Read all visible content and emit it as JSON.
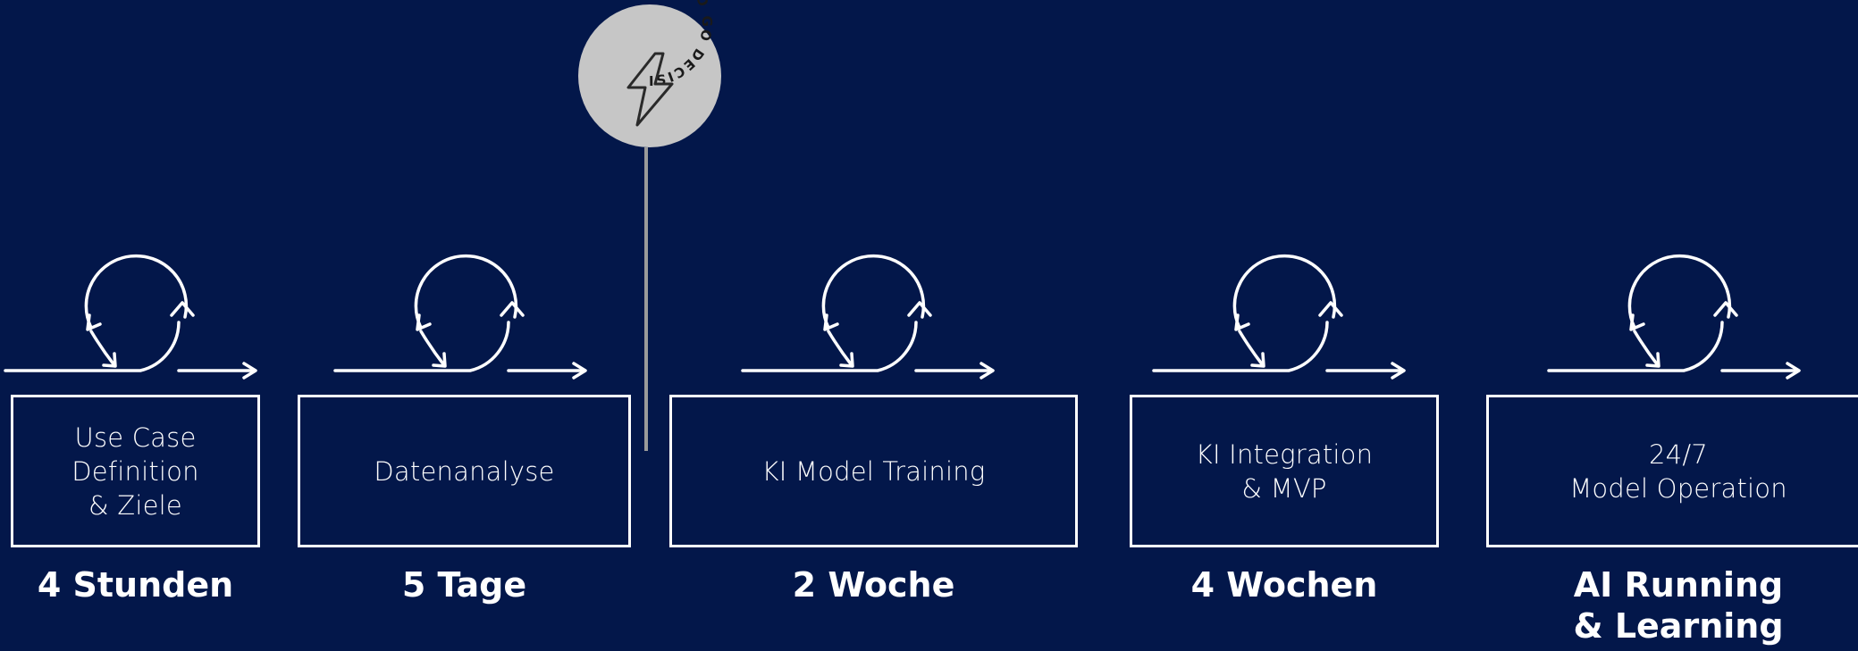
{
  "colors": {
    "background": "#03174a",
    "foreground": "#ffffff",
    "milestone_fill": "#c6c6c6",
    "milestone_text": "#1a1a1a",
    "milestone_line": "#9a9a9a"
  },
  "decision": {
    "label": "GO & NO GO DECISION",
    "icon": "lightning-bolt-icon"
  },
  "stages": [
    {
      "label": "Use Case\nDefinition\n& Ziele",
      "duration": "4 Stunden",
      "icon": "iteration-loop-icon"
    },
    {
      "label": "Datenanalyse",
      "duration": "5 Tage",
      "icon": "iteration-loop-icon"
    },
    {
      "label": "KI Model Training",
      "duration": "2 Woche",
      "icon": "iteration-loop-icon"
    },
    {
      "label": "KI Integration\n& MVP",
      "duration": "4 Wochen",
      "icon": "iteration-loop-icon"
    },
    {
      "label": "24/7\nModel Operation",
      "duration": "AI Running\n& Learning",
      "icon": "iteration-loop-icon"
    }
  ]
}
